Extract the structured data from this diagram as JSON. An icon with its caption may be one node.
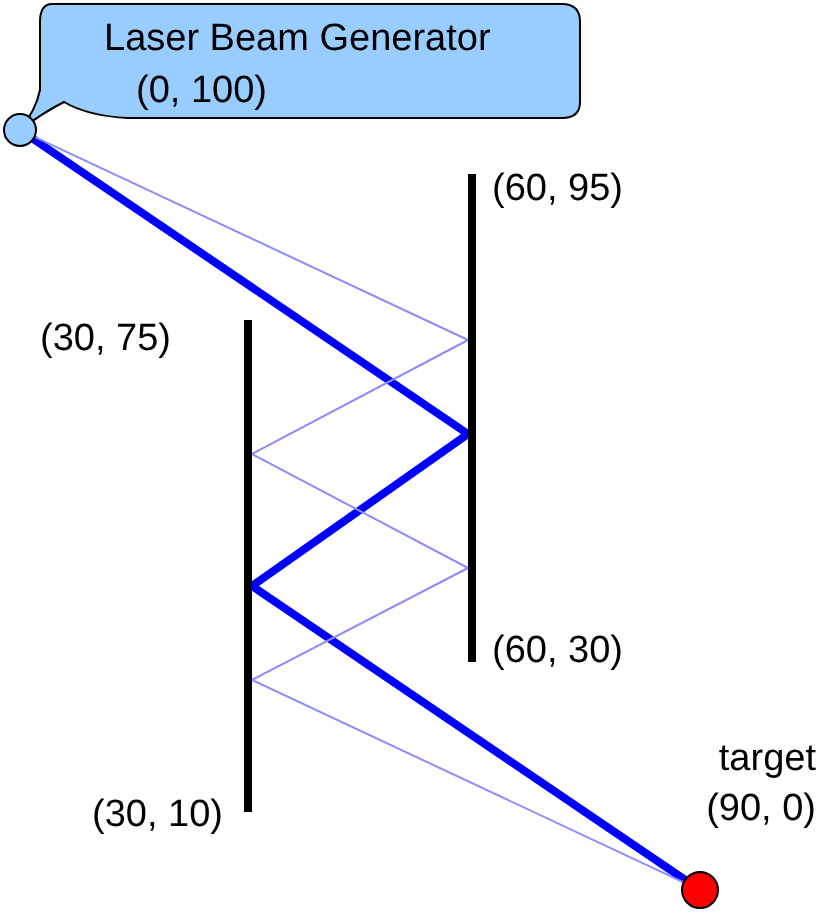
{
  "diagram": {
    "nodes": [
      {
        "text": [
          "Laser Beam Generator",
          "(0, 100)"
        ]
      },
      {
        "text": [],
        "shape": "circle"
      },
      {
        "text": [],
        "shape": "bar",
        "beside": [
          "(60, 95)",
          "(60, 30)"
        ]
      },
      {
        "text": [],
        "shape": "bar",
        "beside": [
          "(30, 75)",
          "(30, 10)"
        ]
      },
      {
        "text": [],
        "shape": "circle",
        "beside": [
          "target",
          "(90, 0)"
        ]
      }
    ],
    "edges": [
      {
        "from": 1,
        "to": 2,
        "arrow": "none",
        "style": "thick",
        "color": "#0000ff"
      },
      {
        "from": 2,
        "to": 3,
        "arrow": "none",
        "style": "thick",
        "color": "#0000ff"
      },
      {
        "from": 3,
        "to": 4,
        "arrow": "none",
        "style": "thick",
        "color": "#0000ff"
      },
      {
        "from": 1,
        "to": 2,
        "arrow": "none"
      },
      {
        "from": 2,
        "to": 3,
        "arrow": "none"
      },
      {
        "from": 3,
        "to": 2,
        "arrow": "none"
      },
      {
        "from": 2,
        "to": 3,
        "arrow": "none"
      },
      {
        "from": 3,
        "to": 4,
        "arrow": "none"
      }
    ]
  }
}
